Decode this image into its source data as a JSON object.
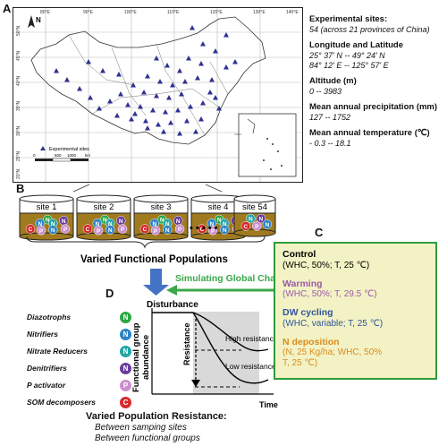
{
  "panels": {
    "a": "A",
    "b": "B",
    "c": "C",
    "d": "D"
  },
  "map": {
    "lon_ticks": [
      "80°E",
      "90°E",
      "100°E",
      "110°E",
      "120°E",
      "130°E",
      "140°E"
    ],
    "lat_ticks": [
      "50°N",
      "45°N",
      "40°N",
      "35°N",
      "30°N",
      "25°N",
      "20°N"
    ],
    "north": "N",
    "legend_label": "Experimental sites",
    "scale_labels": [
      "0",
      "500",
      "1000",
      "km"
    ]
  },
  "site_info": [
    {
      "title": "Experimental sites:",
      "value": "54 (across 21 provinces of China)"
    },
    {
      "title": "Longitude and Latitude",
      "value": "25° 37' N -- 49° 24' N",
      "value2": "84° 12' E -- 125° 57' E"
    },
    {
      "title": "Altitude (m)",
      "value": "0 -- 3983"
    },
    {
      "title": "Mean annual precipitation (mm)",
      "value": "127 -- 1752"
    },
    {
      "title": "Mean annual temperature (℃)",
      "value": "- 0.3 -- 18.1"
    }
  ],
  "sites": [
    "site 1",
    "site 2",
    "site 3",
    "site 4",
    "site 54"
  ],
  "ellipsis": "• • • • •",
  "varied_functional": "Varied Functional Populations",
  "simulating": "Simulating Global Change",
  "treatments": [
    {
      "name": "Control",
      "params": "(WHC, 50%; T, 25 ℃)"
    },
    {
      "name": "Warming",
      "params": "(WHC, 50%; T, 29.5 ℃)"
    },
    {
      "name": "DW cycling",
      "params": "(WHC, variable; T, 25 ℃)"
    },
    {
      "name": "N deposition",
      "params": "(N, 25 Kg/ha; WHC, 50%",
      "params2": "T, 25 ℃)"
    }
  ],
  "legend": [
    {
      "label": "Diazotrophs",
      "letter": "N",
      "color": "#2aa846"
    },
    {
      "label": "Nitrifiers",
      "letter": "N",
      "color": "#2b84c6"
    },
    {
      "label": "Nitrate Reducers",
      "letter": "N",
      "color": "#23a5a5"
    },
    {
      "label": "Denitrifiers",
      "letter": "N",
      "color": "#6a3d9a"
    },
    {
      "label": "P activator",
      "letter": "P",
      "color": "#cc8fd0"
    },
    {
      "label": "SOM decomposers",
      "letter": "C",
      "color": "#d62a2a"
    }
  ],
  "graph": {
    "disturbance": "Disturbance",
    "ylabel1": "Functional group",
    "ylabel2": "abundance",
    "resistance": "Resistance",
    "high": "High resistance",
    "low": "Low resistance",
    "time": "Time"
  },
  "caption": {
    "title": "Varied Population Resistance:",
    "line1": "Between samping sites",
    "line2": "Between functional groups"
  },
  "colors": {
    "arrow_blue": "#4472c4",
    "arrow_green": "#3aa84a",
    "soil": "#a07a1e",
    "triangle": "#2e3192"
  }
}
